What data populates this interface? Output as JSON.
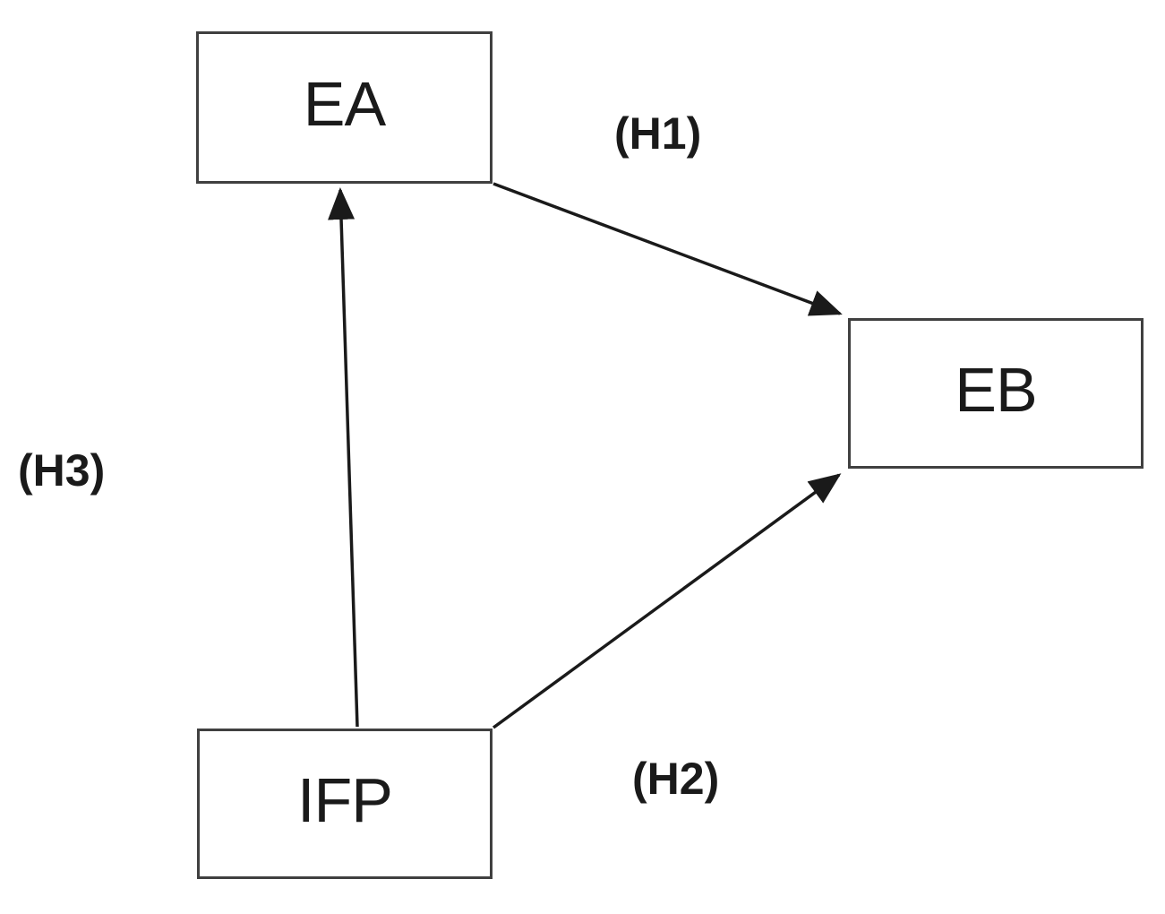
{
  "diagram": {
    "title": "hypothesis-path-model",
    "nodes": [
      {
        "id": "EA",
        "label": "EA"
      },
      {
        "id": "EB",
        "label": "EB"
      },
      {
        "id": "IFP",
        "label": "IFP"
      }
    ],
    "edges": [
      {
        "from": "EA",
        "to": "EB",
        "label": "(H1)"
      },
      {
        "from": "IFP",
        "to": "EB",
        "label": "(H2)"
      },
      {
        "from": "IFP",
        "to": "EA",
        "label": "(H3)"
      }
    ],
    "colors": {
      "background": "#ffffff",
      "box_border": "#404040",
      "arrow": "#1a1a1a",
      "text": "#1a1a1a"
    }
  }
}
